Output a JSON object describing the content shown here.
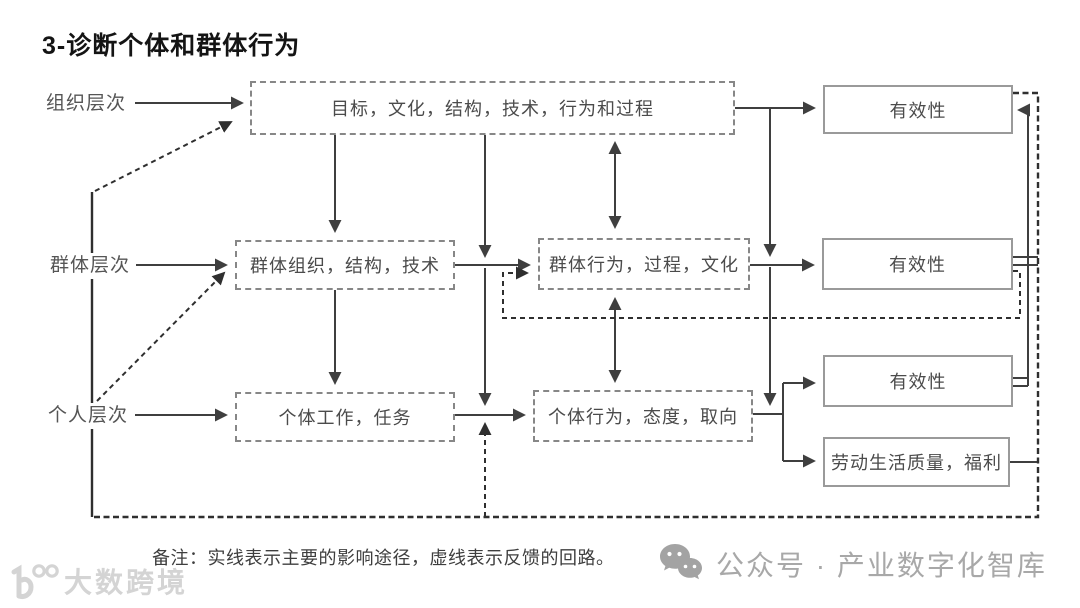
{
  "title": "3-诊断个体和群体行为",
  "levels": {
    "org": "组织层次",
    "group": "群体层次",
    "individual": "个人层次"
  },
  "boxes": {
    "org_factors": "目标，文化，结构，技术，行为和过程",
    "group_design": "群体组织，结构，技术",
    "group_behavior": "群体行为，过程，文化",
    "individual_job": "个体工作，任务",
    "individual_behavior": "个体行为，态度，取向",
    "effectiveness_org": "有效性",
    "effectiveness_group": "有效性",
    "effectiveness_individual": "有效性",
    "quality_of_worklife": "劳动生活质量，福利"
  },
  "note": "备注：实线表示主要的影响途径，虚线表示反馈的回路。",
  "watermarks": {
    "left_logo_text": "大数跨境",
    "right_text": "公众号 · 产业数字化智库"
  },
  "colors": {
    "line": "#3f3f3f",
    "feedback_line": "#2f2f2f",
    "box_border_solid": "#9a9a9a",
    "box_border_dashed": "#878787",
    "box_text": "#4b4b4b",
    "label_text": "#555555",
    "watermark_gray": "#a8a8a8",
    "watermark_light": "#d4d4d4"
  }
}
